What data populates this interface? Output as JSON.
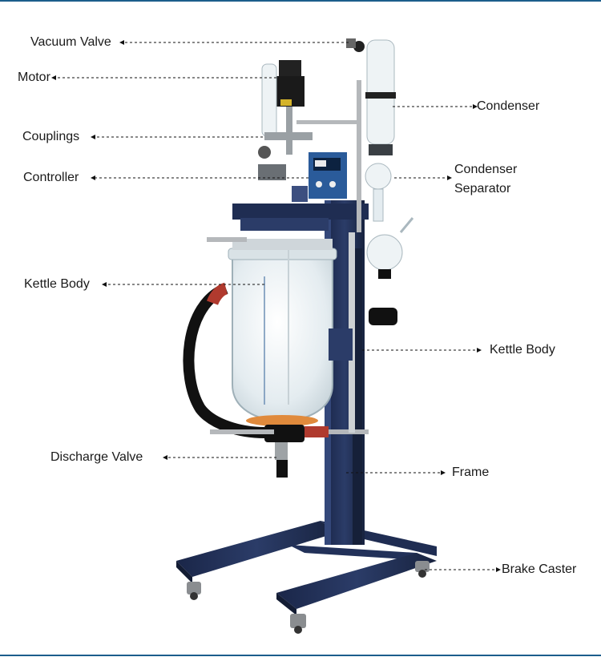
{
  "labels": {
    "vacuum_valve": "Vacuum Valve",
    "motor": "Motor",
    "couplings": "Couplings",
    "controller": "Controller",
    "kettle_body_left": "Kettle Body",
    "discharge_valve": "Discharge Valve",
    "condenser": "Condenser",
    "condenser_separator": "Condenser Separator",
    "kettle_body_right": "Kettle Body",
    "frame": "Frame",
    "brake_caster": "Brake Caster"
  },
  "colors": {
    "frame": "#1f2d52",
    "frame_edge": "#2f4270",
    "glass": "#e7eef2",
    "glass_edge": "#a9b8c0",
    "hose": "#111111",
    "hose_accent": "#b03a2e",
    "metal": "#b5b8bb",
    "controller": "#2a5b9a",
    "border": "#1b5d8b"
  }
}
